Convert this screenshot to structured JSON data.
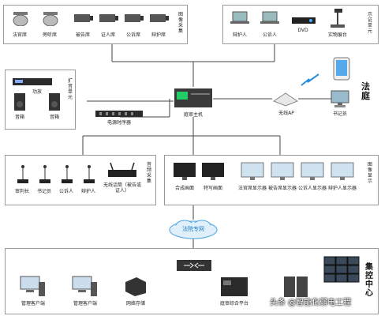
{
  "surveillance": {
    "side_label": "图像采集",
    "cameras": [
      "法官席",
      "旁听席",
      "被告席",
      "证人席",
      "公诉席",
      "辩护席"
    ]
  },
  "display_in": {
    "side_label": "示证单元",
    "items": [
      "辩护人",
      "公诉人",
      "DVD",
      "实物展台"
    ]
  },
  "audio": {
    "side_label": "扩音单元",
    "amp_label": "功放",
    "speakers": [
      "音箱",
      "音箱"
    ],
    "sequencer_label": "电源时序器"
  },
  "core": {
    "label": "庭审主机"
  },
  "wireless": {
    "ap_label": "无线AP",
    "clerk_label": "书记员"
  },
  "court": {
    "label": "法庭"
  },
  "mic": {
    "side_label": "音频采集",
    "items": [
      "审判长",
      "书记员",
      "公诉人",
      "辩护人"
    ],
    "wireless_label": "无线话筒（被告或证人）"
  },
  "screens": {
    "side_label": "图像显示",
    "items": [
      "合成画面",
      "特写画面",
      "法官席显示器",
      "被告席显示器",
      "公诉人显示器",
      "辩护人显示器"
    ]
  },
  "network": {
    "label": "法院专网"
  },
  "control": {
    "side_label": "集控中心",
    "items": [
      "管理客户端",
      "管理客户端",
      "网络存储",
      "庭审综合平台"
    ]
  },
  "watermark": {
    "text": "头条 @智能化弱电工程"
  }
}
